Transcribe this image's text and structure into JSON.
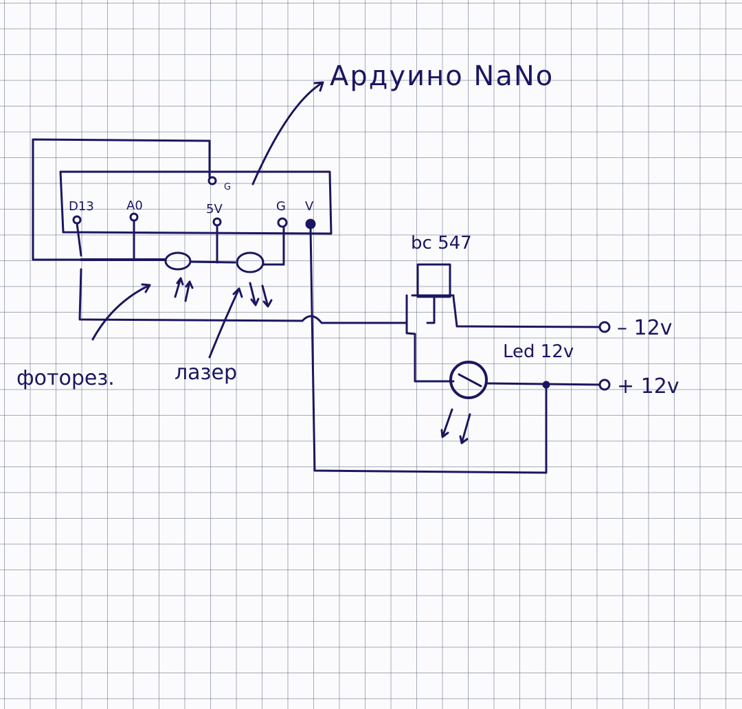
{
  "labels": {
    "title": "Ардуино NaNo",
    "pins": {
      "d13": "D13",
      "a0": "A0",
      "five_v": "5V",
      "g_top": "G",
      "g_right": "G",
      "v": "V"
    },
    "transistor": "bc 547",
    "led": "Led 12v",
    "minus": "– 12v",
    "plus": "+ 12v",
    "photoresistor": "фоторез.",
    "laser": "лазер"
  },
  "colors": {
    "ink": "#1b1660",
    "grid": "#5f697d",
    "paper": "#fbfbfd"
  }
}
